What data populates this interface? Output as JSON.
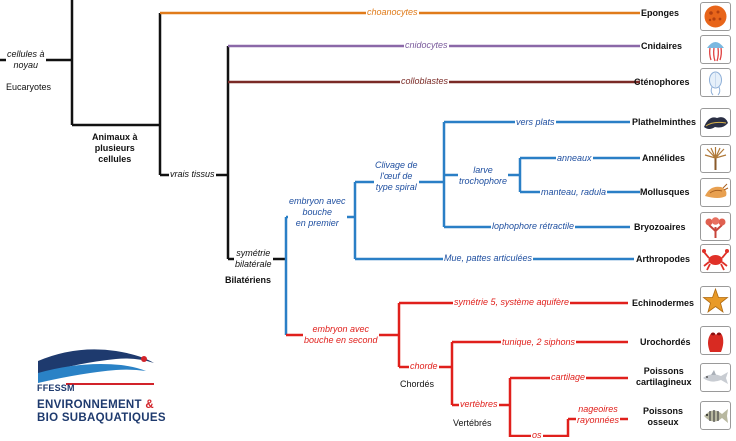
{
  "colors": {
    "black": "#111111",
    "orange": "#e07b1a",
    "purple": "#8b68a8",
    "brown": "#7a2a26",
    "blue": "#2a7fc6",
    "red": "#e0201c",
    "logo_navy": "#1e3a6e",
    "logo_red": "#d2232a"
  },
  "nodes": {
    "cellules_noyau": "cellules à\nnoyau",
    "eucaryotes": "Eucaryotes",
    "animaux": "Animaux à\nplusieurs\ncellules",
    "vrais_tissus": "vrais tissus",
    "symetrie": "symétrie\nbilatérale",
    "bilateriens": "Bilatériens",
    "embryon_bouche_premier": "embryon avec\nbouche\nen premier",
    "clivage": "Clivage de\nl'œuf de\ntype spiral",
    "larve": "larve\ntrochophore",
    "embryon_bouche_second": "embryon avec\nbouche en second",
    "chorde": "chorde",
    "chordes": "Chordés",
    "vertebres": "vertèbres",
    "vertebres_group": "Vertébrés",
    "os": "os"
  },
  "traits": {
    "choanocytes": "choanocytes",
    "cnidocytes": "cnidocytes",
    "colloblastes": "colloblastes",
    "vers_plats": "vers plats",
    "anneaux": "anneaux",
    "manteau": "manteau, radula",
    "lophophore": "lophophore rétractile",
    "mue": "Mue, pattes articulées",
    "symetrie5": "symétrie 5, système aquifère",
    "tunique": "tunique, 2 siphons",
    "cartilage": "cartilage",
    "nageoires": "nageoires\nrayonnées"
  },
  "taxa": {
    "eponges": "Eponges",
    "cnidaires": "Cnidaires",
    "ctenophores": "Cténophores",
    "plathelminthes": "Plathelminthes",
    "annelides": "Annélides",
    "mollusques": "Mollusques",
    "bryozoaires": "Bryozoaires",
    "arthropodes": "Arthropodes",
    "echinodermes": "Echinodermes",
    "urochordes": "Urochordés",
    "poissons_cartilagineux": "Poissons\ncartilagineux",
    "poissons_osseux": "Poissons\nosseux"
  },
  "icons": {
    "eponges": "sponge-icon",
    "cnidaires": "jellyfish-icon",
    "ctenophores": "comb-jelly-icon",
    "plathelminthes": "flatworm-icon",
    "annelides": "annelid-worm-icon",
    "mollusques": "mollusc-icon",
    "bryozoaires": "bryozoan-icon",
    "arthropodes": "crab-icon",
    "echinodermes": "starfish-icon",
    "urochordes": "sea-squirt-icon",
    "poissons_cartilagineux": "cartilaginous-fish-icon",
    "poissons_osseux": "bony-fish-icon"
  },
  "logo": {
    "wordmark": "FFESSM",
    "line1": "ENVIRONNEMENT",
    "amp": "&",
    "line2": "BIO SUBAQUATIQUES"
  }
}
